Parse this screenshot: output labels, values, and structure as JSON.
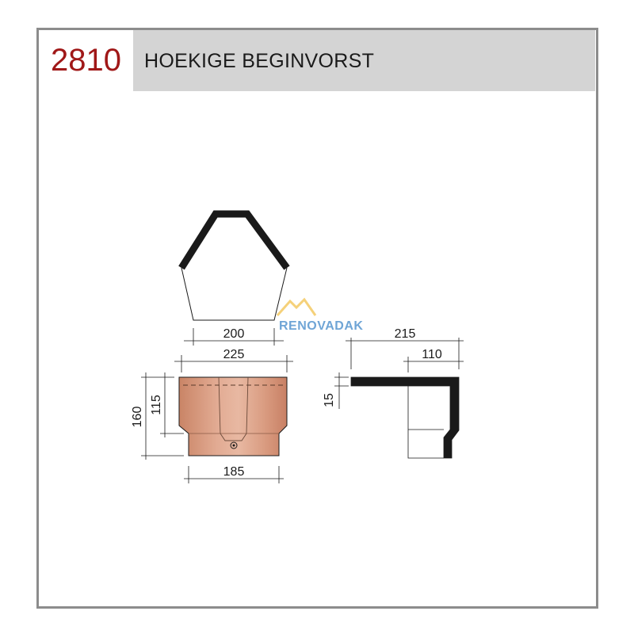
{
  "header": {
    "code": "2810",
    "title": "HOEKIGE BEGINVORST"
  },
  "watermark": {
    "text": "RENOVADAK"
  },
  "dimensions": {
    "top_width": "200",
    "overall_width": "225",
    "total_height": "160",
    "body_height": "115",
    "bottom_width": "185",
    "side_width": "215",
    "side_inner_width": "110",
    "side_thickness": "15"
  },
  "colors": {
    "code": "#a01818",
    "header_bar": "#d4d4d4",
    "frame": "#8c8c8c",
    "tile": "#d4967a",
    "profile": "#1a1a1a",
    "watermark": "#6fa5d6"
  }
}
